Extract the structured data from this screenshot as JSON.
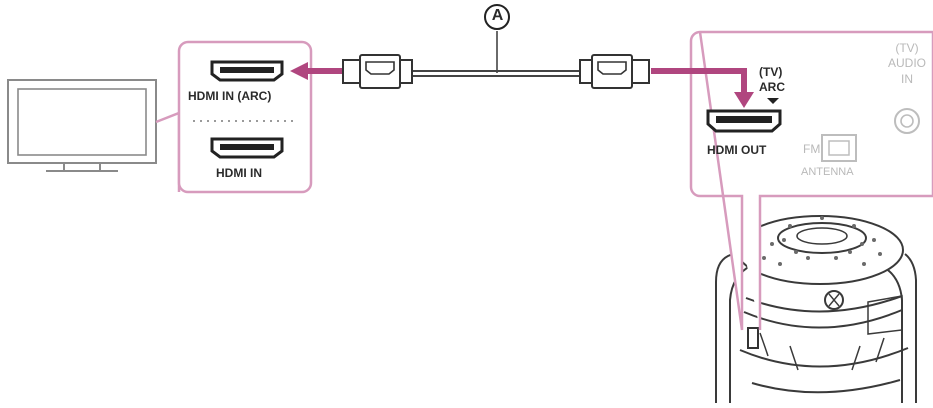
{
  "callout": "A",
  "tv_panel": {
    "port_top_label": "HDMI IN (ARC)",
    "port_bottom_label": "HDMI IN"
  },
  "speaker_panel": {
    "arc_line1": "(TV)",
    "arc_line2": "ARC",
    "hdmi_out_label": "HDMI OUT",
    "fm_label": "FM",
    "antenna_label": "ANTENNA",
    "audio_line1": "(TV)",
    "audio_line2": "AUDIO",
    "audio_line3": "IN"
  },
  "colors": {
    "accent": "#b0467f",
    "panel_border": "#d79bbd",
    "outline": "#333333",
    "grey_line": "#c9c9c9"
  }
}
